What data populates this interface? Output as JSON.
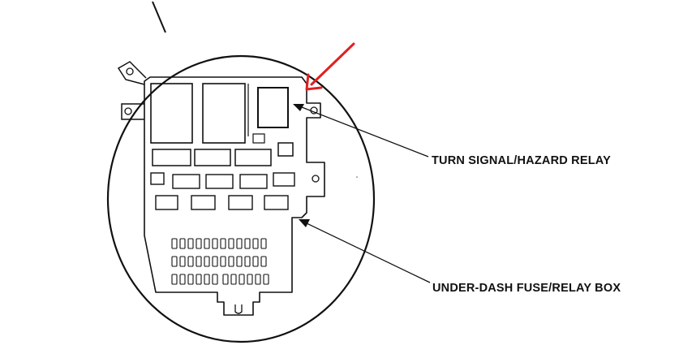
{
  "diagram": {
    "labels": {
      "turn_signal_relay": "TURN SIGNAL/HAZARD RELAY",
      "fuse_relay_box": "UNDER-DASH FUSE/RELAY BOX"
    },
    "colors": {
      "ink": "#111111",
      "highlight_arrow": "#e02020",
      "background": "#ffffff"
    },
    "fuse_grid": {
      "rows": 3,
      "columns": 12
    }
  }
}
